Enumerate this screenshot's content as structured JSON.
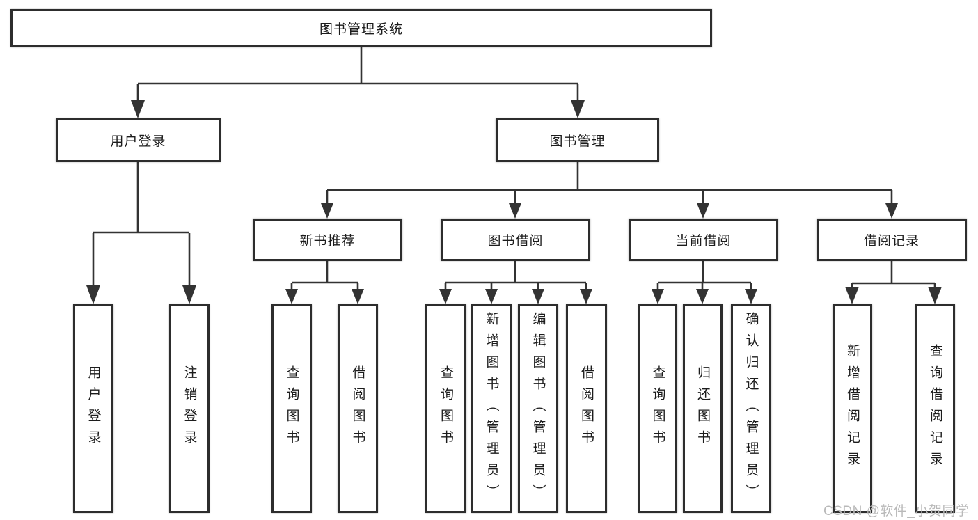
{
  "diagram": {
    "root": {
      "label": "图书管理系统"
    },
    "branches": {
      "login": {
        "label": "用户登录",
        "children": {
          "user_login": {
            "label": "用户登录"
          },
          "logout": {
            "label": "注销登录"
          }
        }
      },
      "management": {
        "label": "图书管理",
        "sections": {
          "new_books": {
            "label": "新书推荐",
            "children": {
              "query": {
                "label": "查询图书"
              },
              "borrow": {
                "label": "借阅图书"
              }
            }
          },
          "book_borrow": {
            "label": "图书借阅",
            "children": {
              "query": {
                "label": "查询图书"
              },
              "add": {
                "label": "新增图书（管理员）"
              },
              "edit": {
                "label": "编辑图书（管理员）"
              },
              "borrow": {
                "label": "借阅图书"
              }
            }
          },
          "current_borrow": {
            "label": "当前借阅",
            "children": {
              "query": {
                "label": "查询图书"
              },
              "return": {
                "label": "归还图书"
              },
              "confirm": {
                "label": "确认归还（管理员）"
              }
            }
          },
          "borrow_records": {
            "label": "借阅记录",
            "children": {
              "add": {
                "label": "新增借阅记录"
              },
              "query": {
                "label": "查询借阅记录"
              }
            }
          }
        }
      }
    },
    "watermark": {
      "text": "CSDN @软件_小贺同学"
    },
    "colors": {
      "line": "#333333",
      "box_border": "#2d2d2d",
      "text": "#1c1c1c",
      "watermark": "#b9b9b9",
      "background": "#ffffff"
    }
  }
}
